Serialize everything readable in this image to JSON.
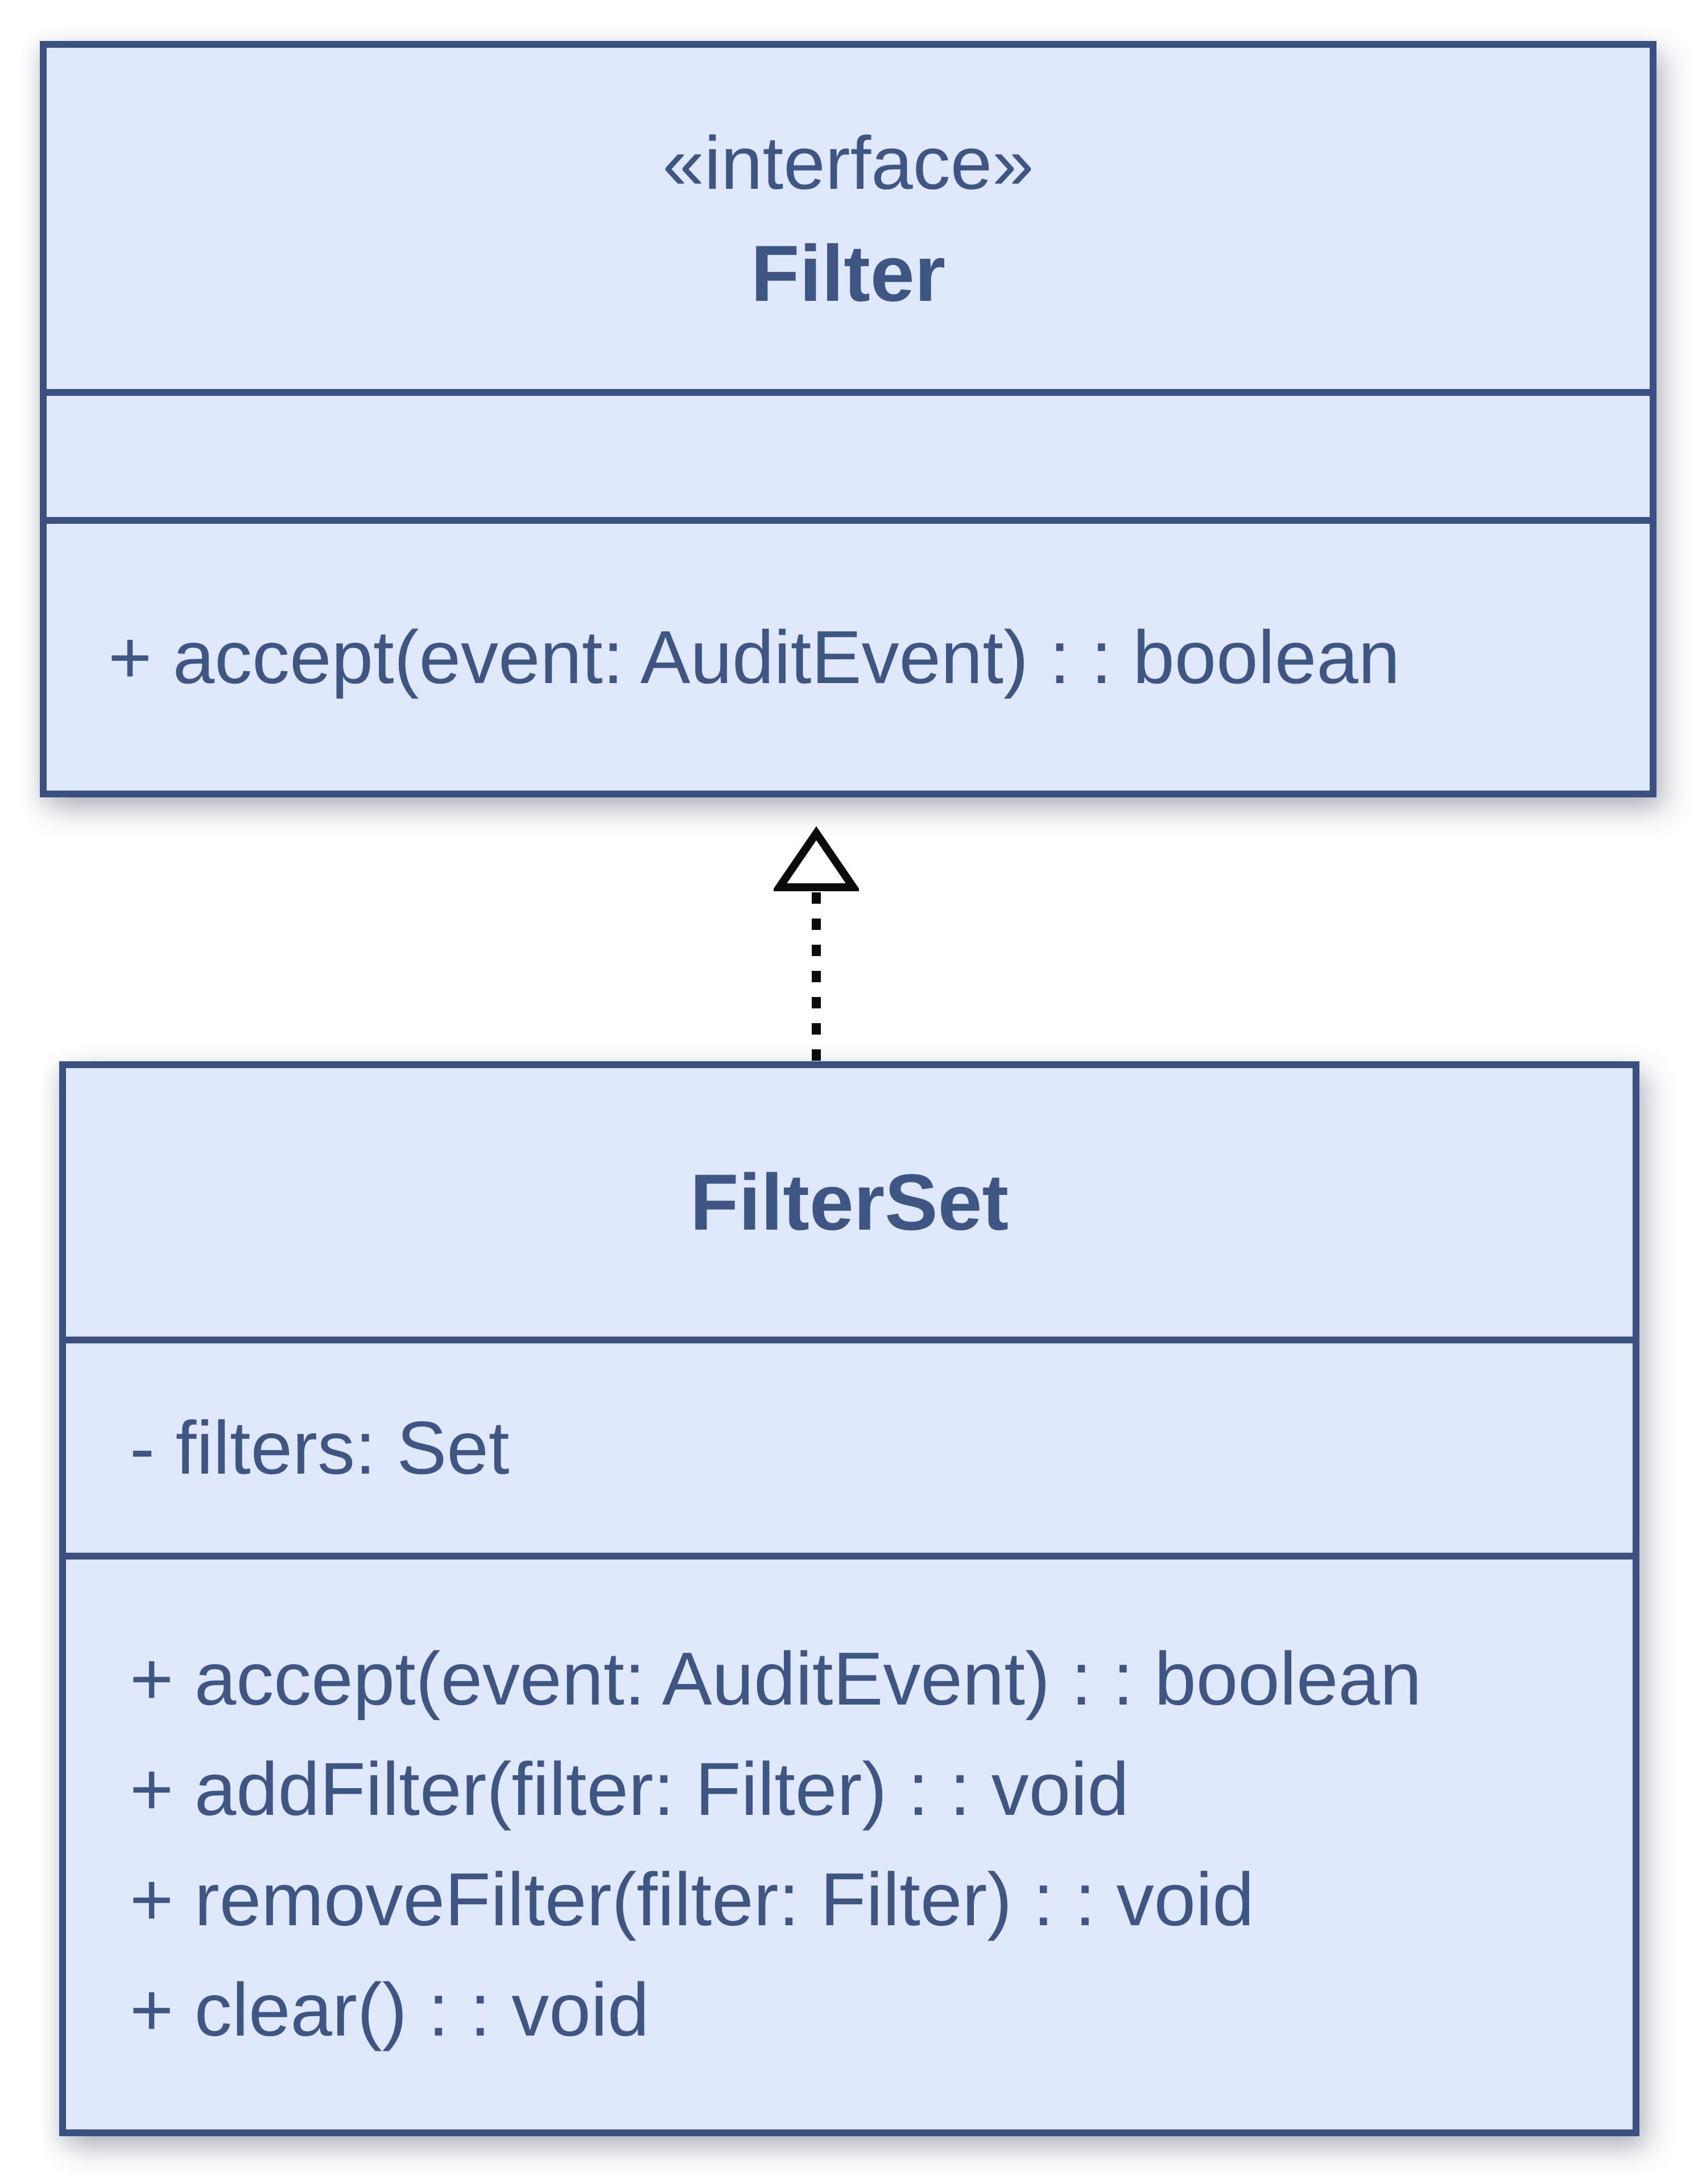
{
  "diagram": {
    "type": "uml-class-diagram",
    "background_color": "#ffffff",
    "box_fill_color": "#e0e9fb",
    "box_border_color": "#3a5080",
    "text_color": "#3e5684",
    "arrow_color": "#0b0b0b",
    "classes": [
      {
        "id": "filter",
        "stereotype": "«interface»",
        "name": "Filter",
        "attributes": [],
        "methods": [
          "+ accept(event: AuditEvent) : : boolean"
        ]
      },
      {
        "id": "filterset",
        "stereotype": "",
        "name": "FilterSet",
        "attributes": [
          "- filters: Set"
        ],
        "methods": [
          "+ accept(event: AuditEvent) : : boolean",
          "+ addFilter(filter: Filter) : : void",
          "+ removeFilter(filter: Filter) : : void",
          "+ clear() : : void"
        ]
      }
    ],
    "relationship": {
      "type": "realization",
      "from": "FilterSet",
      "to": "Filter",
      "line_style": "dashed",
      "arrowhead": "hollow-triangle"
    }
  }
}
